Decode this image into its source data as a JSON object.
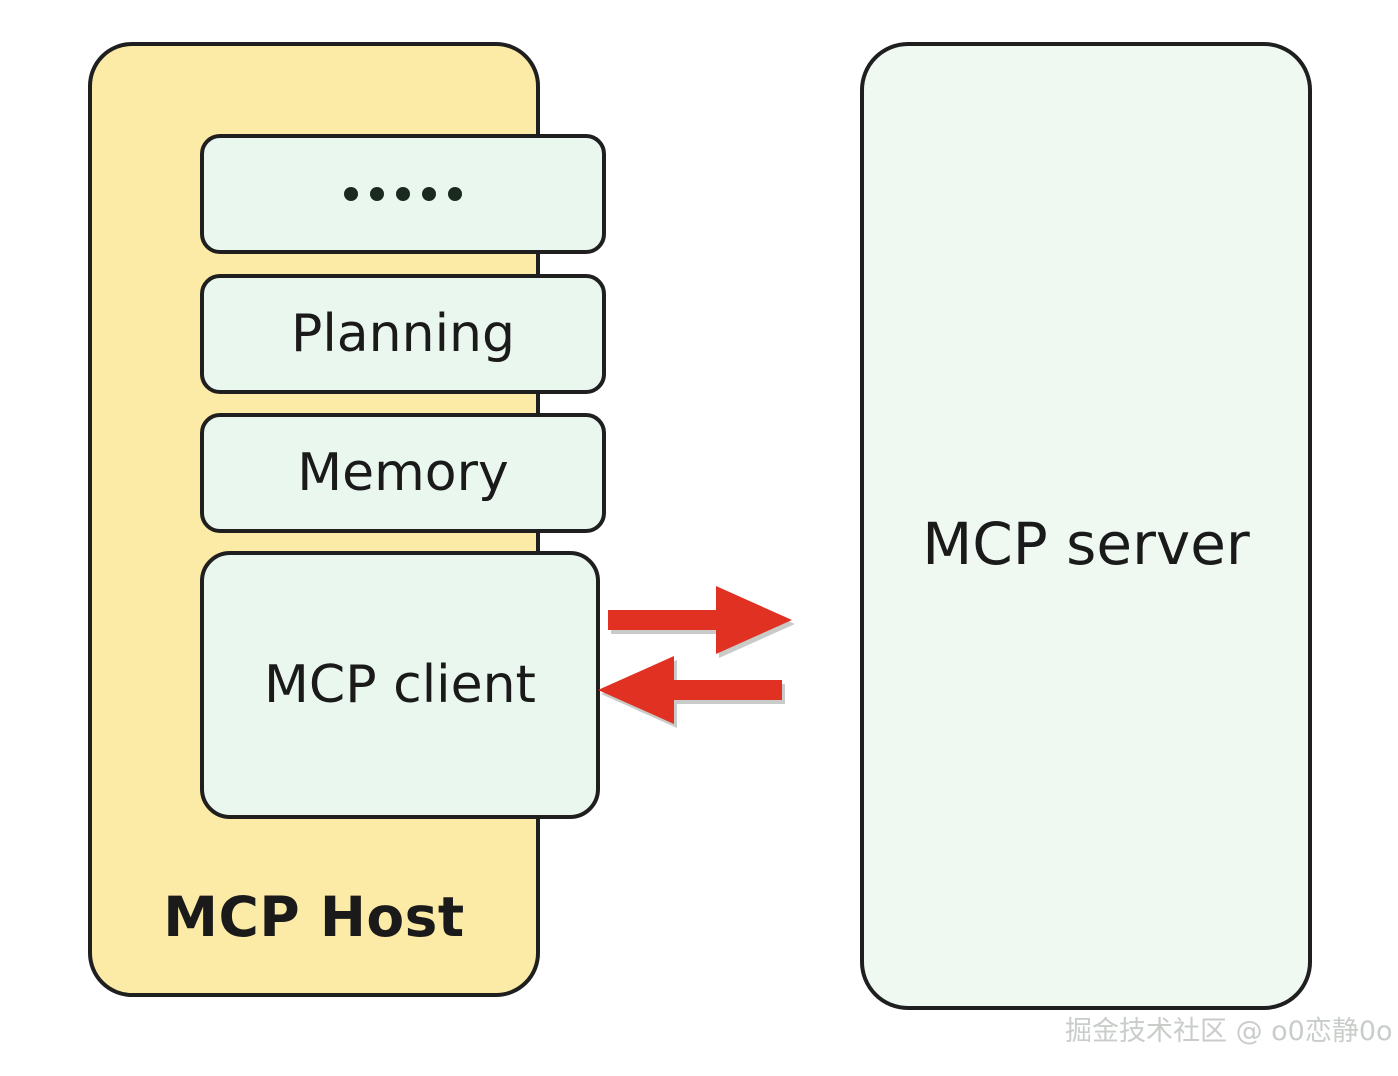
{
  "diagram": {
    "title": "MCP Host and MCP server interaction",
    "colors": {
      "host_fill": "#fbeba6",
      "inner_fill": "#eaf7ef",
      "server_fill": "#eff9f2",
      "stroke": "#1f1f1f",
      "arrow_red": "#e03123",
      "watermark_gray": "#c9cdc9",
      "background": "#ffffff"
    },
    "host": {
      "label": "MCP Host",
      "components": [
        {
          "id": "ellipsis",
          "label": "•••••",
          "dots": 5
        },
        {
          "id": "planning",
          "label": "Planning"
        },
        {
          "id": "memory",
          "label": "Memory"
        },
        {
          "id": "client",
          "label": "MCP client"
        }
      ]
    },
    "server": {
      "label": "MCP server"
    },
    "connection": {
      "arrows": [
        {
          "id": "request",
          "direction": "right",
          "color": "#e03123"
        },
        {
          "id": "response",
          "direction": "left",
          "color": "#e03123"
        }
      ]
    },
    "watermark": {
      "text": "掘金技术社区 @ o0恋静0o"
    }
  }
}
